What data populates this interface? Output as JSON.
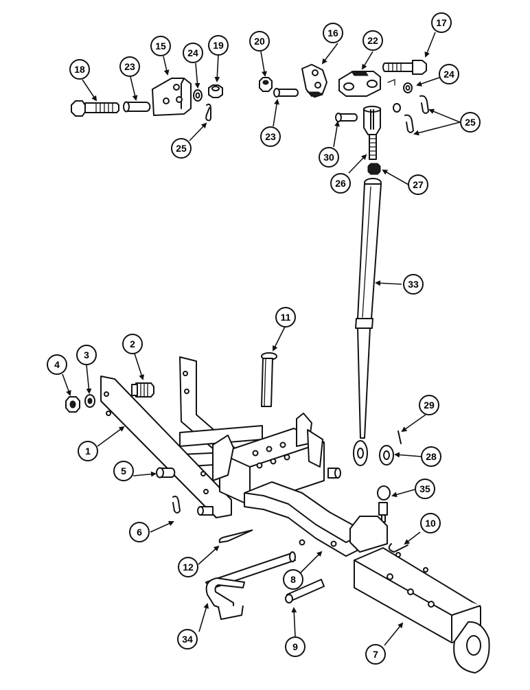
{
  "diagram": {
    "callouts": [
      {
        "label": "18"
      },
      {
        "label": "23"
      },
      {
        "label": "15"
      },
      {
        "label": "24"
      },
      {
        "label": "19"
      },
      {
        "label": "25"
      },
      {
        "label": "20"
      },
      {
        "label": "23"
      },
      {
        "label": "16"
      },
      {
        "label": "22"
      },
      {
        "label": "17"
      },
      {
        "label": "24"
      },
      {
        "label": "25"
      },
      {
        "label": "30"
      },
      {
        "label": "26"
      },
      {
        "label": "27"
      },
      {
        "label": "33"
      },
      {
        "label": "11"
      },
      {
        "label": "2"
      },
      {
        "label": "4"
      },
      {
        "label": "3"
      },
      {
        "label": "1"
      },
      {
        "label": "29"
      },
      {
        "label": "28"
      },
      {
        "label": "5"
      },
      {
        "label": "35"
      },
      {
        "label": "6"
      },
      {
        "label": "10"
      },
      {
        "label": "12"
      },
      {
        "label": "8"
      },
      {
        "label": "34"
      },
      {
        "label": "9"
      },
      {
        "label": "7"
      }
    ]
  }
}
